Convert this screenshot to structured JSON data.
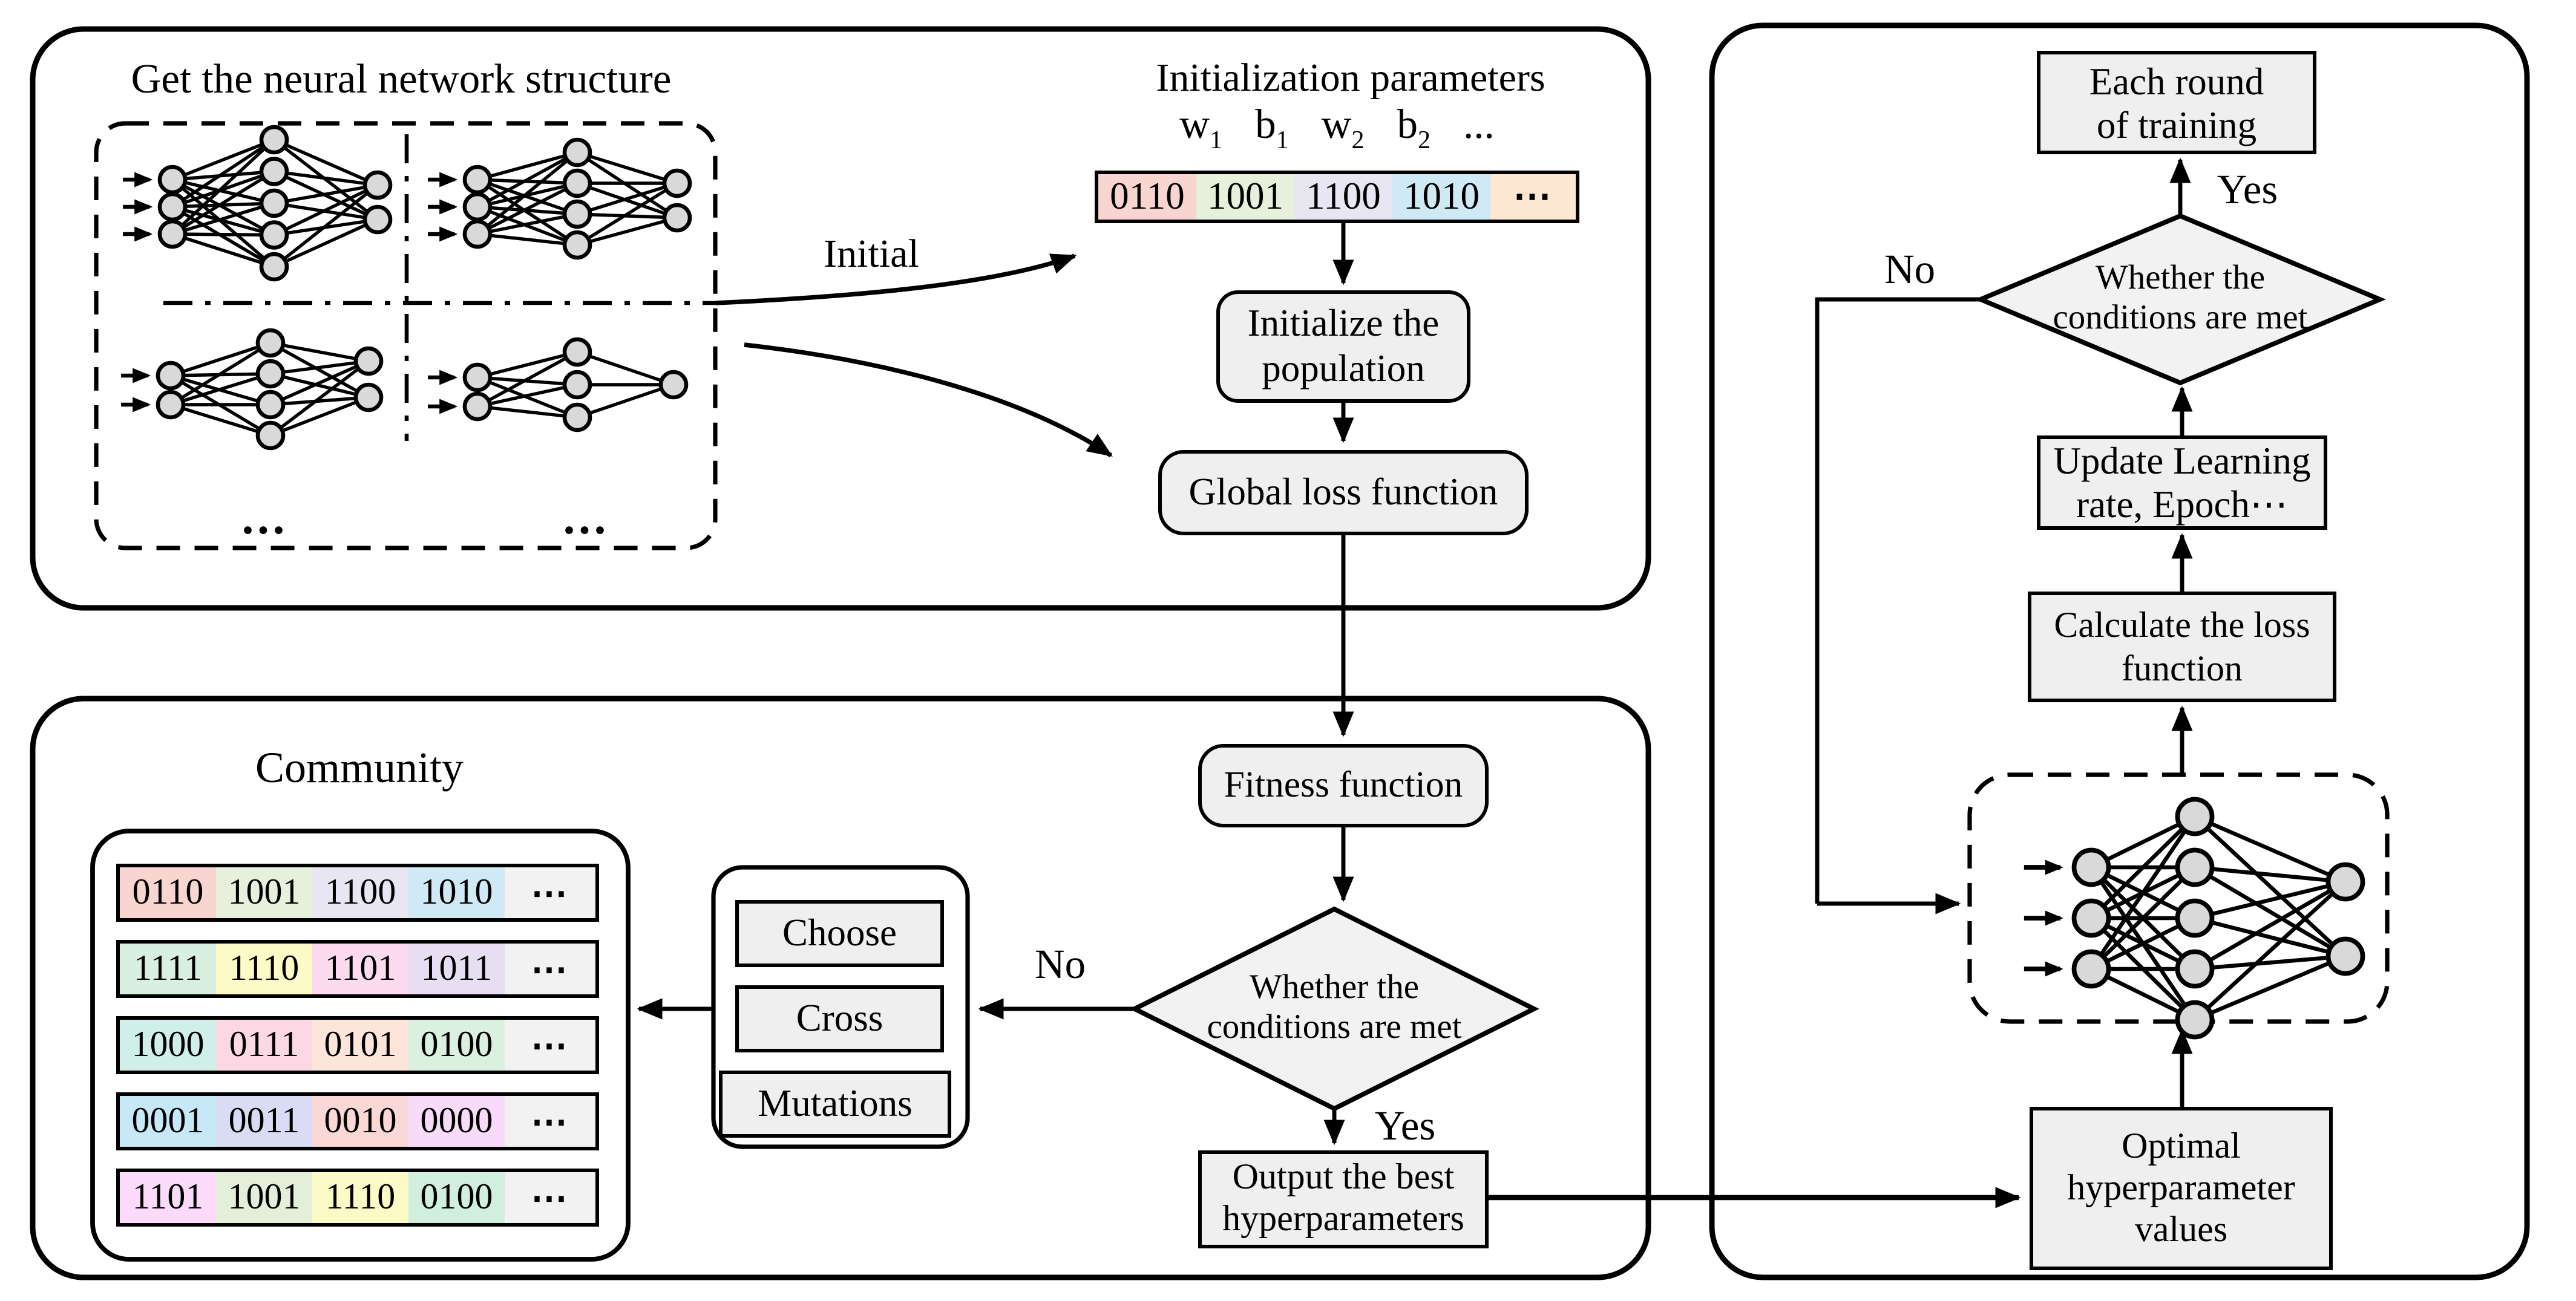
{
  "network_structure": {
    "title": "Get the neural network structure",
    "ellipsis_left": "...",
    "ellipsis_right": "...",
    "initial_label": "Initial"
  },
  "initialization": {
    "title": "Initialization parameters",
    "param_labels": [
      {
        "base": "w",
        "sub": "1"
      },
      {
        "base": "b",
        "sub": "1"
      },
      {
        "base": "w",
        "sub": "2"
      },
      {
        "base": "b",
        "sub": "2"
      },
      {
        "base": "...",
        "sub": ""
      }
    ],
    "chromosome": {
      "cells": [
        {
          "value": "0110",
          "color": "#f8d5d0"
        },
        {
          "value": "1001",
          "color": "#e6f0da"
        },
        {
          "value": "1100",
          "color": "#e9e6f3"
        },
        {
          "value": "1010",
          "color": "#d0eaf5"
        },
        {
          "value": "⋯",
          "color": "#fce7d3"
        }
      ]
    },
    "initialize_population_lines": [
      "Initialize the",
      "population"
    ],
    "global_loss": "Global loss function"
  },
  "community": {
    "title": "Community",
    "rows": [
      {
        "cells": [
          {
            "value": "0110",
            "color": "#f8d5d0"
          },
          {
            "value": "1001",
            "color": "#e6f0da"
          },
          {
            "value": "1100",
            "color": "#e9e6f3"
          },
          {
            "value": "1010",
            "color": "#d0eaf5"
          },
          {
            "value": "⋯",
            "color": "#f2f2f2"
          }
        ]
      },
      {
        "cells": [
          {
            "value": "1111",
            "color": "#d9efdf"
          },
          {
            "value": "1110",
            "color": "#fcfac6"
          },
          {
            "value": "1101",
            "color": "#fcdaf0"
          },
          {
            "value": "1011",
            "color": "#e7dff1"
          },
          {
            "value": "⋯",
            "color": "#f2f2f2"
          }
        ]
      },
      {
        "cells": [
          {
            "value": "1000",
            "color": "#cfefe8"
          },
          {
            "value": "0111",
            "color": "#fcd8e4"
          },
          {
            "value": "0101",
            "color": "#fde5da"
          },
          {
            "value": "0100",
            "color": "#d9f1de"
          },
          {
            "value": "⋯",
            "color": "#f2f2f2"
          }
        ]
      },
      {
        "cells": [
          {
            "value": "0001",
            "color": "#c7e8f6"
          },
          {
            "value": "0011",
            "color": "#d9dcf4"
          },
          {
            "value": "0010",
            "color": "#f9d8d5"
          },
          {
            "value": "0000",
            "color": "#f8dbf8"
          },
          {
            "value": "⋯",
            "color": "#f2f2f2"
          }
        ]
      },
      {
        "cells": [
          {
            "value": "1101",
            "color": "#fcdbfa"
          },
          {
            "value": "1001",
            "color": "#e4efd9"
          },
          {
            "value": "1110",
            "color": "#fcfac6"
          },
          {
            "value": "0100",
            "color": "#d1efdf"
          },
          {
            "value": "⋯",
            "color": "#f2f2f2"
          }
        ]
      }
    ]
  },
  "ga": {
    "choose": "Choose",
    "cross": "Cross",
    "mutations": "Mutations"
  },
  "flow": {
    "fitness": "Fitness function",
    "decision_lines": [
      "Whether the",
      "conditions are met"
    ],
    "no": "No",
    "yes": "Yes",
    "output_lines": [
      "Output the best",
      "hyperparameters"
    ]
  },
  "training": {
    "each_round_lines": [
      "Each round",
      "of training"
    ],
    "yes": "Yes",
    "no": "No",
    "decision_lines": [
      "Whether the",
      "conditions are met"
    ],
    "update_lines": [
      "Update Learning",
      "rate, Epoch⋯"
    ],
    "calculate_lines": [
      "Calculate the loss",
      "function"
    ],
    "optimal_lines": [
      "Optimal",
      "hyperparameter",
      "values"
    ]
  }
}
